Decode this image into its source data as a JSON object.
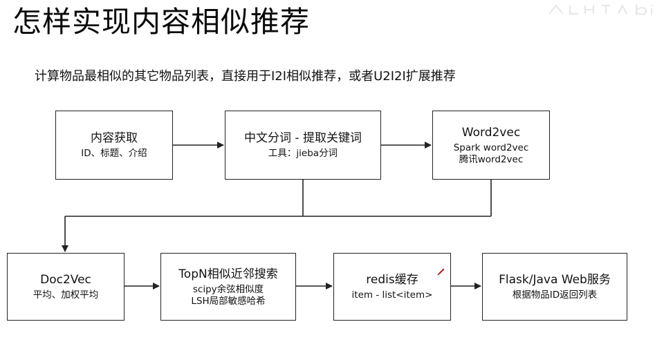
{
  "slide": {
    "title": "怎样实现内容相似推荐",
    "subtitle": "计算物品最相似的其它物品列表，直接用于I2I相似推荐，或者U2I2I扩展推荐"
  },
  "flow": {
    "content_fetch": {
      "label": "内容获取",
      "detail": "ID、标题、介绍"
    },
    "segmentation": {
      "label": "中文分词 - 提取关键词",
      "detail": "工具：jieba分词"
    },
    "word2vec": {
      "label": "Word2vec",
      "detail_1": "Spark  word2vec",
      "detail_2": "腾讯word2vec"
    },
    "doc2vec": {
      "label": "Doc2Vec",
      "detail": "平均、加权平均"
    },
    "topn": {
      "label": "TopN相似近邻搜索",
      "detail_1": "scipy余弦相似度",
      "detail_2": "LSH局部敏感哈希"
    },
    "redis": {
      "label": "redis缓存",
      "detail": "item - list<item>"
    },
    "web_service": {
      "label": "Flask/Java Web服务",
      "detail": "根据物品ID返回列表"
    }
  },
  "colors": {
    "text": "#111111",
    "line": "#222222",
    "cursor_red": "#d0202a"
  }
}
